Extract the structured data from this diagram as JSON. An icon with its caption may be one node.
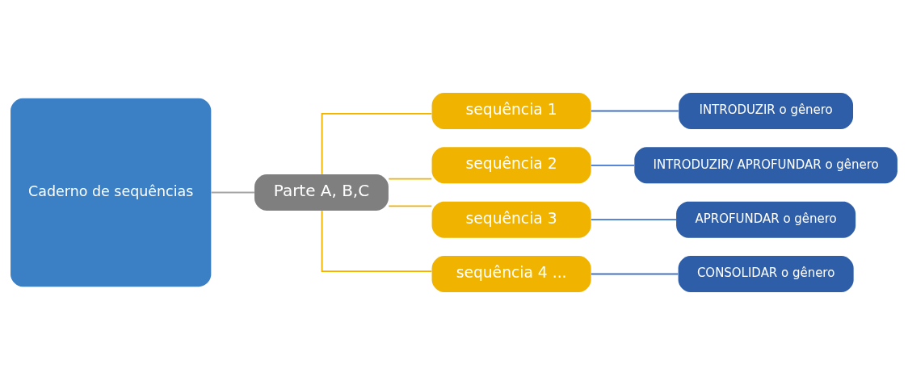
{
  "diagram": {
    "nodes": [
      {
        "text": [
          "Caderno de sequências"
        ]
      },
      {
        "text": [
          "Parte A, B,C"
        ]
      },
      {
        "text": [
          "sequência 1"
        ]
      },
      {
        "text": [
          "sequência 2"
        ]
      },
      {
        "text": [
          "sequência 3"
        ]
      },
      {
        "text": [
          "sequência 4 ..."
        ]
      },
      {
        "text": [
          "INTRODUZIR o gênero"
        ]
      },
      {
        "text": [
          "INTRODUZIR/ APROFUNDAR o gênero"
        ]
      },
      {
        "text": [
          "APROFUNDAR o gênero"
        ]
      },
      {
        "text": [
          "CONSOLIDAR o gênero"
        ]
      }
    ],
    "edges": [
      {
        "from": 0,
        "to": 1,
        "arrow": "none",
        "color": "#a6a6a6"
      },
      {
        "from": 1,
        "to": 2,
        "arrow": "none",
        "color": "#f0b400"
      },
      {
        "from": 1,
        "to": 3,
        "arrow": "none",
        "color": "#f0b400"
      },
      {
        "from": 1,
        "to": 4,
        "arrow": "none",
        "color": "#f0b400"
      },
      {
        "from": 1,
        "to": 5,
        "arrow": "none",
        "color": "#f0b400"
      },
      {
        "from": 2,
        "to": 6,
        "arrow": "none",
        "color": "#4472c4"
      },
      {
        "from": 3,
        "to": 7,
        "arrow": "none",
        "color": "#4472c4"
      },
      {
        "from": 4,
        "to": 8,
        "arrow": "none",
        "color": "#4472c4"
      },
      {
        "from": 5,
        "to": 9,
        "arrow": "none",
        "color": "#4472c4"
      }
    ]
  }
}
